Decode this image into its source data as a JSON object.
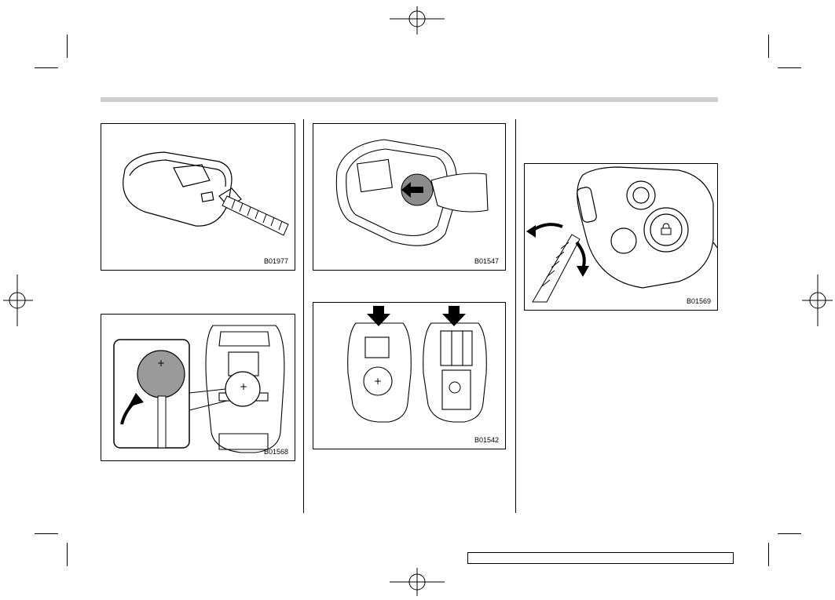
{
  "figures": {
    "fig1": {
      "code": "B01977"
    },
    "fig2": {
      "code": "B01568"
    },
    "fig3": {
      "code": "B01547"
    },
    "fig4": {
      "code": "B01542"
    },
    "fig5": {
      "code": "B01569"
    }
  },
  "footer": {
    "page_label": ""
  }
}
